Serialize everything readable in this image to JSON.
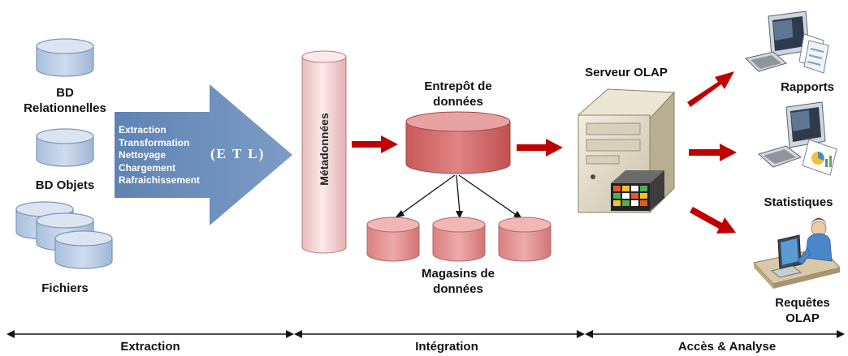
{
  "sources": {
    "relational": "BD\nRelationnelles",
    "objects": "BD Objets",
    "files": "Fichiers"
  },
  "etl": {
    "steps": [
      "Extraction",
      "Transformation",
      "Nettoyage",
      "Chargement",
      "Rafraichissement"
    ],
    "code": "(E T L)"
  },
  "metadata_label": "Métadonnées",
  "warehouse_label": "Entrepôt de\ndonnées",
  "marts_label": "Magasins de\ndonnées",
  "olap_server_label": "Serveur OLAP",
  "outputs": {
    "reports": "Rapports",
    "statistics": "Statistiques",
    "olap_queries": "Requêtes\nOLAP"
  },
  "phases": [
    "Extraction",
    "Intégration",
    "Accès & Analyse"
  ],
  "colors": {
    "source_db": "#b9cbe3",
    "source_db_top": "#d9e4f2",
    "etl_arrow": "#6f91bd",
    "metadata": "#f5d6d6",
    "warehouse": "#d26a6a",
    "mart": "#e09494",
    "flow_arrow": "#c00000"
  }
}
